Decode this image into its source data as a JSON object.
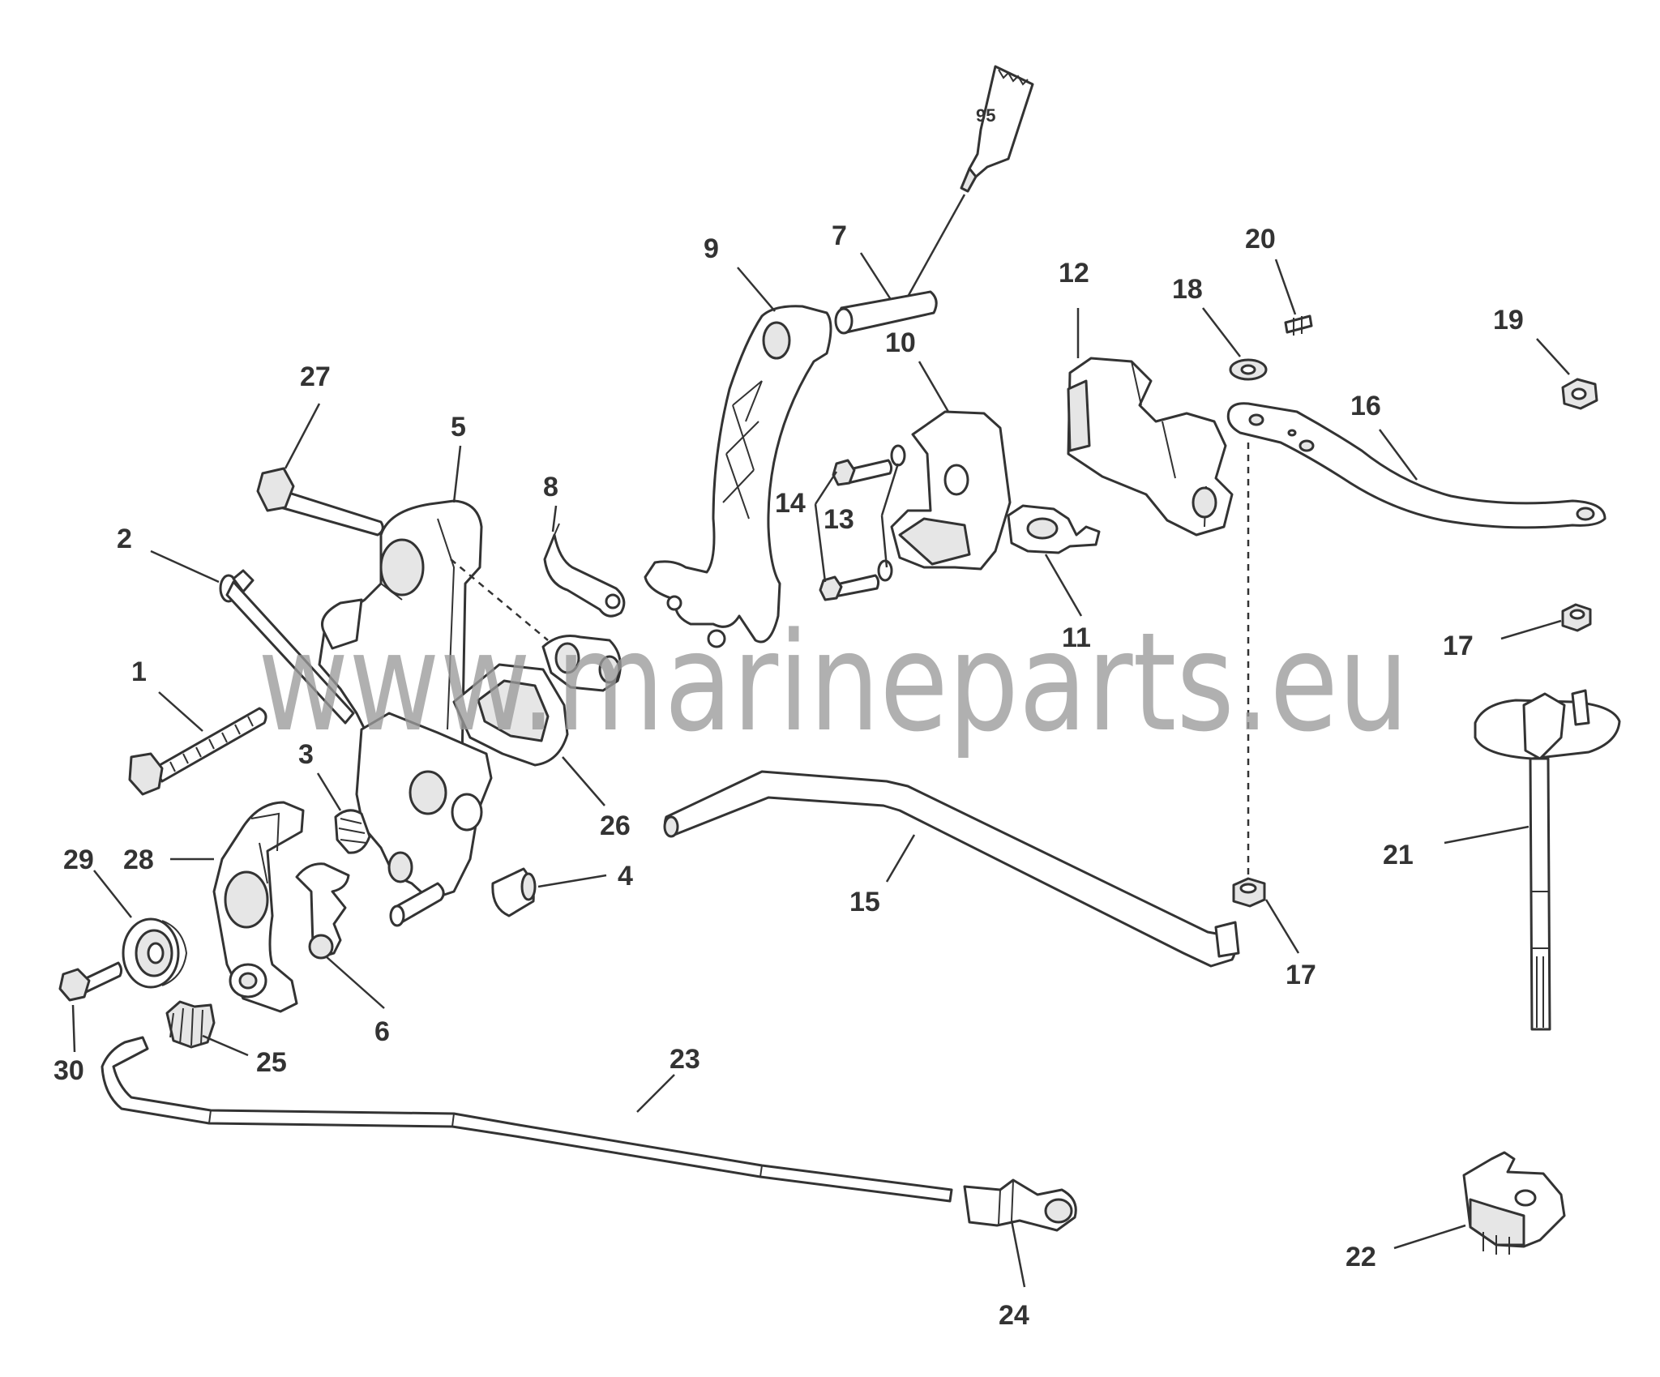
{
  "watermark": "www.marineparts.eu",
  "tube_label": "95",
  "callouts": [
    {
      "id": "1",
      "label": "1"
    },
    {
      "id": "2",
      "label": "2"
    },
    {
      "id": "3",
      "label": "3"
    },
    {
      "id": "4",
      "label": "4"
    },
    {
      "id": "5",
      "label": "5"
    },
    {
      "id": "6",
      "label": "6"
    },
    {
      "id": "7",
      "label": "7"
    },
    {
      "id": "8",
      "label": "8"
    },
    {
      "id": "9",
      "label": "9"
    },
    {
      "id": "10",
      "label": "10"
    },
    {
      "id": "11",
      "label": "11"
    },
    {
      "id": "12",
      "label": "12"
    },
    {
      "id": "13",
      "label": "13"
    },
    {
      "id": "14",
      "label": "14"
    },
    {
      "id": "15",
      "label": "15"
    },
    {
      "id": "16",
      "label": "16"
    },
    {
      "id": "17a",
      "label": "17"
    },
    {
      "id": "17b",
      "label": "17"
    },
    {
      "id": "18",
      "label": "18"
    },
    {
      "id": "19",
      "label": "19"
    },
    {
      "id": "20",
      "label": "20"
    },
    {
      "id": "21",
      "label": "21"
    },
    {
      "id": "22",
      "label": "22"
    },
    {
      "id": "23",
      "label": "23"
    },
    {
      "id": "24",
      "label": "24"
    },
    {
      "id": "25",
      "label": "25"
    },
    {
      "id": "26",
      "label": "26"
    },
    {
      "id": "27",
      "label": "27"
    },
    {
      "id": "28",
      "label": "28"
    },
    {
      "id": "29",
      "label": "29"
    },
    {
      "id": "30",
      "label": "30"
    }
  ]
}
